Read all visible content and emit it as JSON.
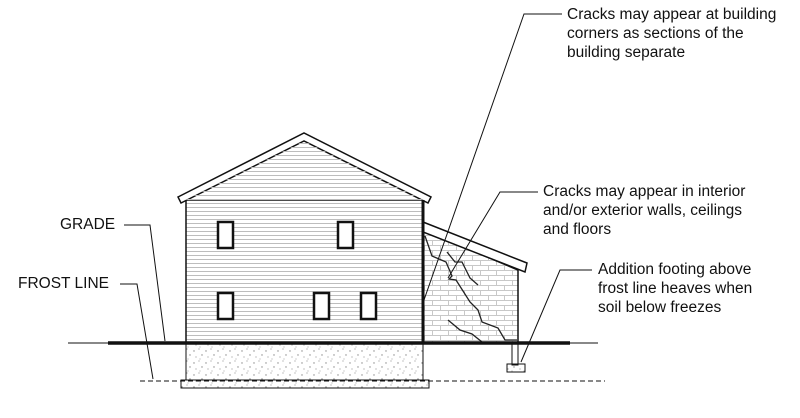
{
  "labels": {
    "grade": "GRADE",
    "frost_line": "FROST LINE",
    "corner_cracks": [
      "Cracks may appear at building",
      "corners as sections of the",
      "building separate"
    ],
    "wall_cracks": [
      "Cracks may appear in interior",
      "and/or exterior walls, ceilings",
      "and floors"
    ],
    "addition_footing": [
      "Addition footing above",
      "frost line heaves when",
      "soil below freezes"
    ]
  },
  "colors": {
    "line": "#111111",
    "siding": "#bdbdbd",
    "brick": "#c8c8c8"
  }
}
